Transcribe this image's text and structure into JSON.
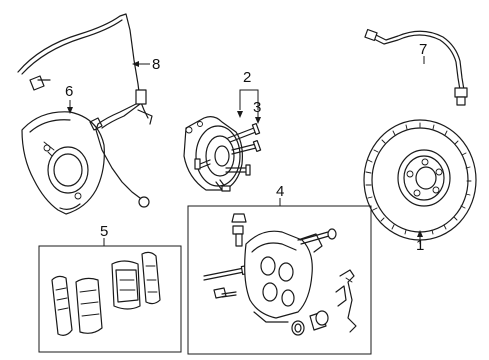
{
  "callouts": [
    {
      "id": "1",
      "text": "1"
    },
    {
      "id": "2",
      "text": "2"
    },
    {
      "id": "3",
      "text": "3"
    },
    {
      "id": "4",
      "text": "4"
    },
    {
      "id": "5",
      "text": "5"
    },
    {
      "id": "6",
      "text": "6"
    },
    {
      "id": "7",
      "text": "7"
    },
    {
      "id": "8",
      "text": "8"
    }
  ],
  "parts": {
    "rotor": "brake-rotor",
    "hub": "hub-and-bearing-assembly",
    "studs": "wheel-stud",
    "caliper_kit": "caliper-assembly-kit",
    "pad_kit": "brake-pad-kit",
    "shield": "splash-shield",
    "hose": "brake-hose",
    "sensor": "wheel-speed-sensor"
  }
}
